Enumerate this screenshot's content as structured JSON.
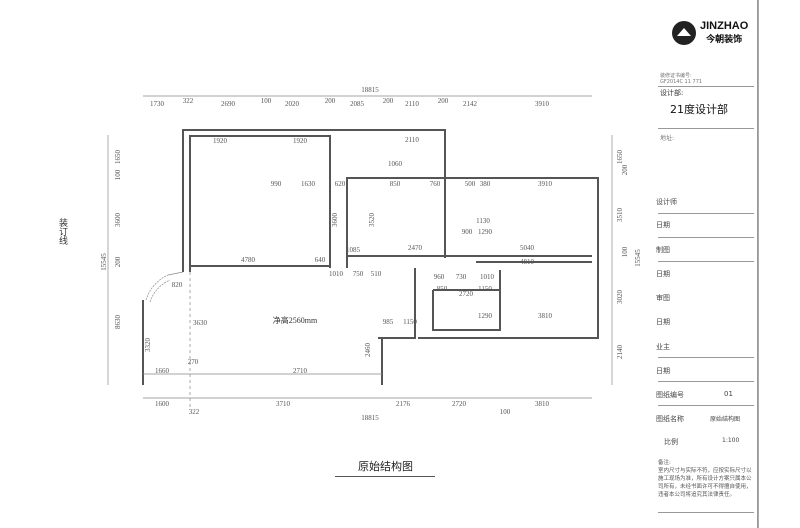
{
  "titleblock": {
    "brand_en": "JINZHAO",
    "brand_cn": "今朝装饰",
    "cert_label": "装修证书编号:",
    "cert_value": "GF2014C 11 771",
    "design_dept_label": "设计部:",
    "design_dept": "21度设计部",
    "address_label": "地址:",
    "rows": [
      "设计师",
      "日期",
      "制图",
      "日期",
      "审图",
      "日期",
      "业主",
      "日期"
    ],
    "drawing_no_label": "图纸编号",
    "drawing_no": "01",
    "drawing_name_label": "图纸名称",
    "drawing_name": "原始结构图",
    "scale_label": "比例",
    "scale": "1:100",
    "notes_label": "备注:",
    "notes": "室内尺寸与实际不符，应按实际尺寸以施工现场为准，所有设计方案只属本公司所有，未经书面许可不得擅自使用，违者本公司将追究其法律责任。"
  },
  "drawing": {
    "title": "原始结构图",
    "binding_line": "装订线",
    "ceiling_note": "净高2560mm",
    "total_top": "18815",
    "total_bottom": "18815",
    "top_dims": [
      "1730",
      "322",
      "2690",
      "100",
      "2020",
      "200",
      "2085",
      "200",
      "2110",
      "200",
      "2142",
      "3910"
    ],
    "bottom_dims": [
      "1600",
      "3710",
      "2176",
      "2720",
      "3810",
      "322",
      "100"
    ],
    "left_dims": [
      "1650",
      "100",
      "3600",
      "200",
      "15545",
      "8630"
    ],
    "right_dims": [
      "1650",
      "200",
      "3510",
      "100",
      "15545",
      "3020",
      "2140"
    ],
    "interior_dims": [
      "1920",
      "1920",
      "990",
      "1630",
      "4780",
      "640",
      "620",
      "3600",
      "1085",
      "1010",
      "750",
      "510",
      "2110",
      "1060",
      "850",
      "760",
      "500",
      "380",
      "3910",
      "2470",
      "5040",
      "4810",
      "960",
      "730",
      "1010",
      "850",
      "2720",
      "1150",
      "1290",
      "3810",
      "1150",
      "985",
      "1130",
      "900",
      "1290",
      "1660",
      "2710",
      "270",
      "820",
      "3320",
      "3630",
      "3520",
      "2460"
    ]
  }
}
